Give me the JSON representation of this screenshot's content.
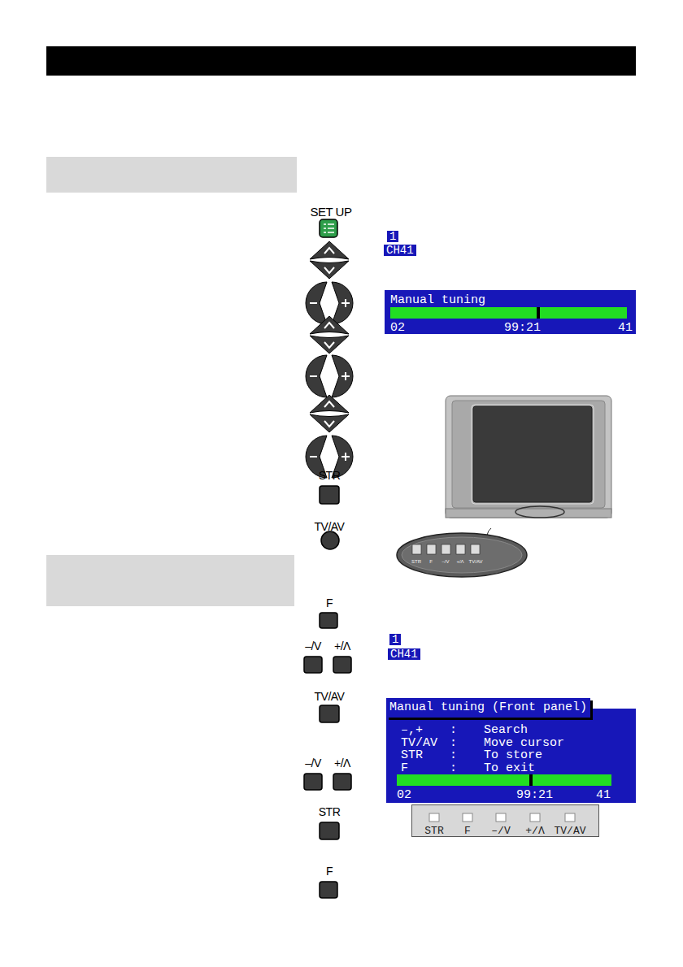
{
  "diagram": {
    "nodes": [
      {
        "text": [
          "Manual tuning",
          "02",
          "99:21",
          "41"
        ]
      },
      {
        "text": [
          "Manual tuning (Front panel)",
          "–,+",
          ":",
          "Search",
          "TV/AV",
          ":",
          "Move cursor",
          "STR",
          ":",
          "To store",
          "F",
          ":",
          "To exit",
          "02",
          "99:21",
          "41"
        ]
      },
      {
        "text": [
          "STR",
          "F",
          "–/V",
          "+/Λ",
          "TV/AV"
        ]
      }
    ],
    "edges": [],
    "labels": [
      "SET UP",
      "1",
      "CH41",
      "STR",
      "TV/AV",
      "STR",
      "F",
      "–/V",
      "+/Λ",
      "TV/AV",
      "F",
      "–/V",
      "+/Λ",
      "1",
      "CH41",
      "TV/AV",
      "–/V",
      "+/Λ",
      "STR",
      "F"
    ]
  }
}
